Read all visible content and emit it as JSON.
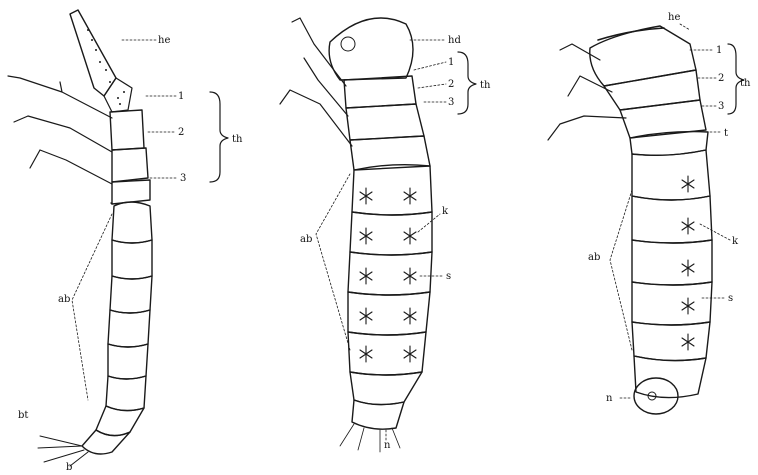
{
  "figures": [
    {
      "id": "left",
      "labels": {
        "head": "he",
        "seg1": "1",
        "seg2": "2",
        "seg3": "3",
        "thorax": "th",
        "abdomen": "ab",
        "tail": "b",
        "tail_other": "bt"
      }
    },
    {
      "id": "middle",
      "labels": {
        "head": "hd",
        "seg1": "1",
        "seg2": "2",
        "seg3": "3",
        "thorax": "th",
        "abdomen": "ab",
        "k": "k",
        "s": "s",
        "n": "n"
      }
    },
    {
      "id": "right",
      "labels": {
        "head": "he",
        "seg1": "1",
        "seg2": "2",
        "seg3": "3",
        "thorax": "th",
        "t": "t",
        "abdomen": "ab",
        "k": "k",
        "s": "s",
        "n": "n"
      }
    }
  ]
}
